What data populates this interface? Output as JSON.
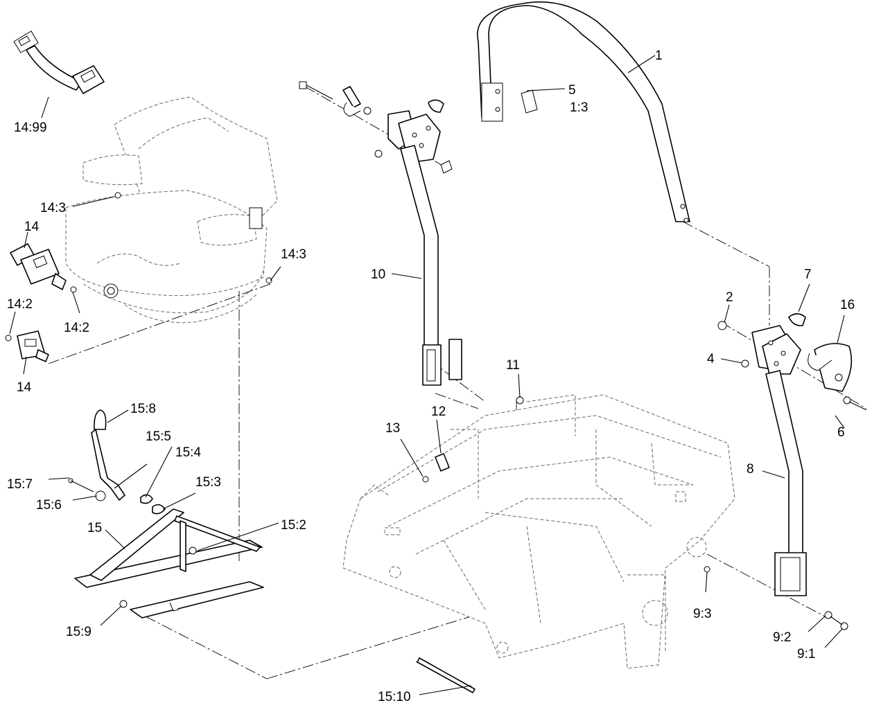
{
  "labels": {
    "l1": "1",
    "l5": "5",
    "l1_3": "1:3",
    "l14_99": "14:99",
    "l14_3a": "14:3",
    "l14a": "14",
    "l14_3b": "14:3",
    "l14_2a": "14:2",
    "l14_2b": "14:2",
    "l14b": "14",
    "l10": "10",
    "l2": "2",
    "l7": "7",
    "l16": "16",
    "l4": "4",
    "l6": "6",
    "l11": "11",
    "l12": "12",
    "l13": "13",
    "l8": "8",
    "l15_8": "15:8",
    "l15_5": "15:5",
    "l15_4": "15:4",
    "l15_7": "15:7",
    "l15_6": "15:6",
    "l15_3": "15:3",
    "l15": "15",
    "l15_2": "15:2",
    "l15_9": "15:9",
    "l9_3": "9:3",
    "l9_2": "9:2",
    "l9_1": "9:1",
    "l15_10": "15:10"
  }
}
